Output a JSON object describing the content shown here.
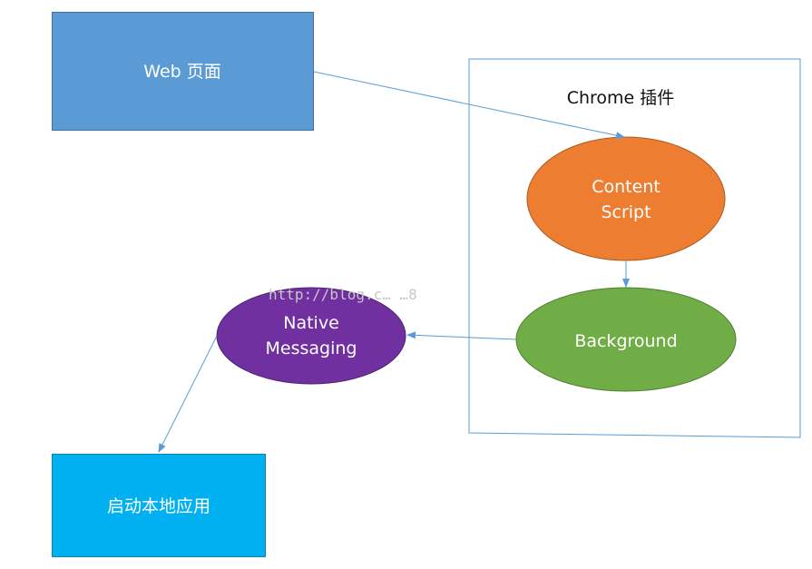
{
  "nodes": {
    "web_page": {
      "label": "Web 页面",
      "fill": "#5b9bd5",
      "stroke": "#41719c"
    },
    "chrome_plugin": {
      "label": "Chrome 插件",
      "stroke": "#5b9bd5"
    },
    "content_script": {
      "line1": "Content",
      "line2": "Script",
      "fill": "#ed7d31",
      "stroke": "#ae5a21"
    },
    "background": {
      "label": "Background",
      "fill": "#70ad47",
      "stroke": "#507e32"
    },
    "native_messaging": {
      "line1": "Native",
      "line2": "Messaging",
      "fill": "#7030a0",
      "stroke": "#4e2274"
    },
    "launch_local_app": {
      "label": "启动本地应用",
      "fill": "#00b0f0",
      "stroke": "#0a83b0"
    }
  },
  "connector_color": "#5b9bd5",
  "watermark": "http://blog.c…  …8"
}
